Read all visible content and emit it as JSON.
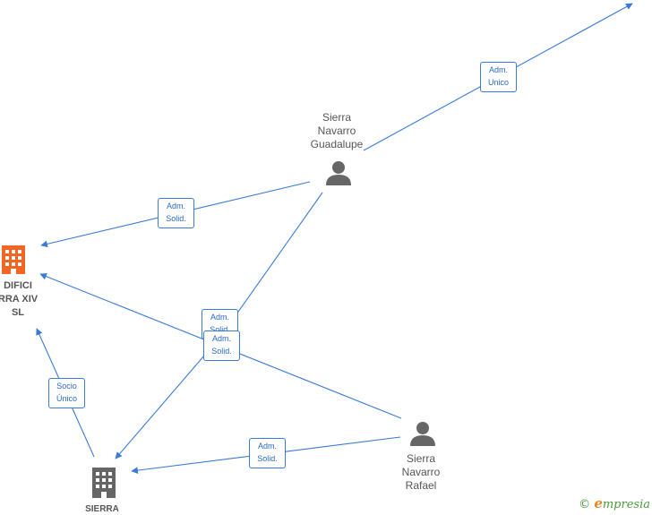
{
  "nodes": {
    "guadalupe": {
      "label": "Sierra\nNavarro\nGuadalupe",
      "type": "person"
    },
    "rafael": {
      "label": "Sierra\nNavarro\nRafael",
      "type": "person"
    },
    "edifici": {
      "label": "DIFICI\nRRA XIV\nSL",
      "type": "company",
      "color": "#f26522"
    },
    "sierra": {
      "label": "SIERRA",
      "type": "company",
      "color": "#666666"
    }
  },
  "edges": {
    "guadalupe_offscreen": "Adm.\nUnico",
    "guadalupe_edifici": "Adm.\nSolid.",
    "guadalupe_sierra": "Adm.\nSolid.",
    "rafael_edifici": "Adm.\nSolid.",
    "rafael_sierra": "Adm.\nSolid.",
    "sierra_edifici": "Socio\nÚnico"
  },
  "colors": {
    "edge": "#3a7bd5",
    "person": "#666666",
    "company_accent": "#f26522"
  },
  "footer": {
    "copyright_symbol": "©",
    "brand_initial": "e",
    "brand_rest": "mpresia"
  }
}
